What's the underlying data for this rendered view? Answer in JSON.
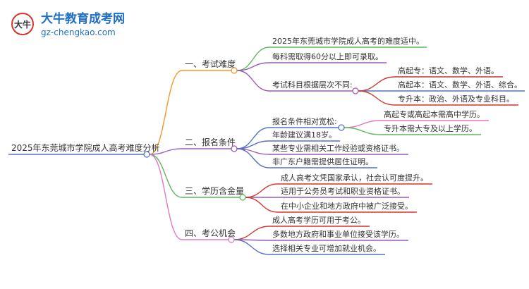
{
  "brand": {
    "title": "大牛教育成考网",
    "url": "gz-chengkao.com",
    "logo_text": "大牛",
    "logo_color": "#d9342b"
  },
  "root": {
    "label": "2025年东莞城市学院成人高考难度分析",
    "color": "#5470c6"
  },
  "branches": [
    {
      "label": "一、考试难度",
      "color": "#f5962a",
      "items": [
        {
          "label": "2025年东莞城市学院成人高考的难度适中。",
          "color": "#5cb85c"
        },
        {
          "label": "每科需取得60分以上即可录取。",
          "color": "#9b59b6"
        },
        {
          "label": "考试科目根据层次不同:",
          "color": "#9b59b6",
          "sub": [
            {
              "label": "高起专：语文、数学、外语。",
              "color": "#c0392b"
            },
            {
              "label": "高起本：语文、数学、外语、综合。",
              "color": "#5470c6"
            },
            {
              "label": "专升本：政治、外语及专业科目。",
              "color": "#d9342b"
            }
          ]
        }
      ]
    },
    {
      "label": "二、报名条件",
      "color": "#9b59b6",
      "items": [
        {
          "label": "报名条件相对宽松:",
          "color": "#5470c6",
          "sub": [
            {
              "label": "高起专或高起本需高中学历。",
              "color": "#e377c2"
            },
            {
              "label": "专升本需大专及以上学历。",
              "color": "#5cb85c"
            }
          ]
        },
        {
          "label": "年龄建议满18岁。",
          "color": "#5470c6"
        },
        {
          "label": "某些专业需相关工作经验或资格证书。",
          "color": "#9b59b6"
        },
        {
          "label": "非广东户籍需提供居住证明。",
          "color": "#5470c6"
        }
      ]
    },
    {
      "label": "三、学历含金量",
      "color": "#5cb85c",
      "items": [
        {
          "label": "成人高考文凭国家承认，社会认可度提升。",
          "color": "#d9342b"
        },
        {
          "label": "适用于公务员考试和职业资格证书。",
          "color": "#9b59b6"
        },
        {
          "label": "在中小企业和地方政府中被广泛接受。",
          "color": "#d9342b"
        }
      ]
    },
    {
      "label": "四、考公机会",
      "color": "#e377c2",
      "items": [
        {
          "label": "成人高考学历可用于考公。",
          "color": "#d9342b"
        },
        {
          "label": "多数地方政府和事业单位接受该学历。",
          "color": "#9b59b6"
        },
        {
          "label": "选择相关专业可增加就业机会。",
          "color": "#5470c6"
        }
      ]
    }
  ]
}
